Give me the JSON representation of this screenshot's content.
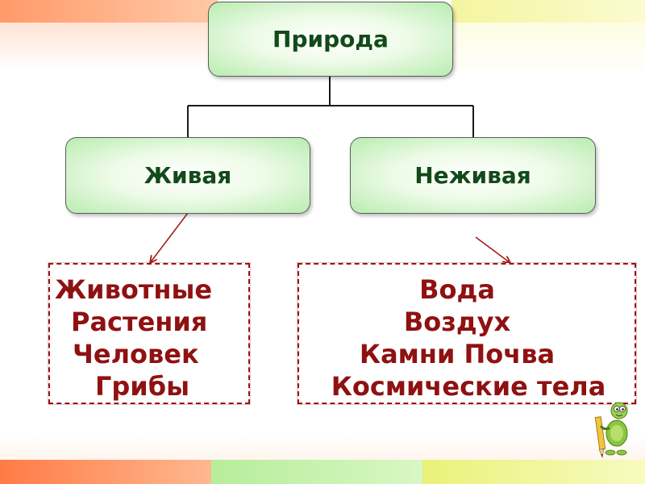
{
  "diagram": {
    "root": {
      "label": "Природа"
    },
    "branches": [
      {
        "label": "Живая",
        "items": [
          "Животные",
          "Растения",
          "Человек",
          "Грибы"
        ]
      },
      {
        "label": "Неживая",
        "items": [
          "Вода",
          "Воздух",
          "Камни Почва",
          "Космические тела"
        ]
      }
    ]
  },
  "colors": {
    "box_text": "#124a1a",
    "list_text": "#8f1111",
    "dashed_border": "#9a1414",
    "arrow": "#a01818",
    "connector": "#1a1a1a"
  },
  "icons": {
    "mascot": "turtle-with-pencil-icon"
  }
}
